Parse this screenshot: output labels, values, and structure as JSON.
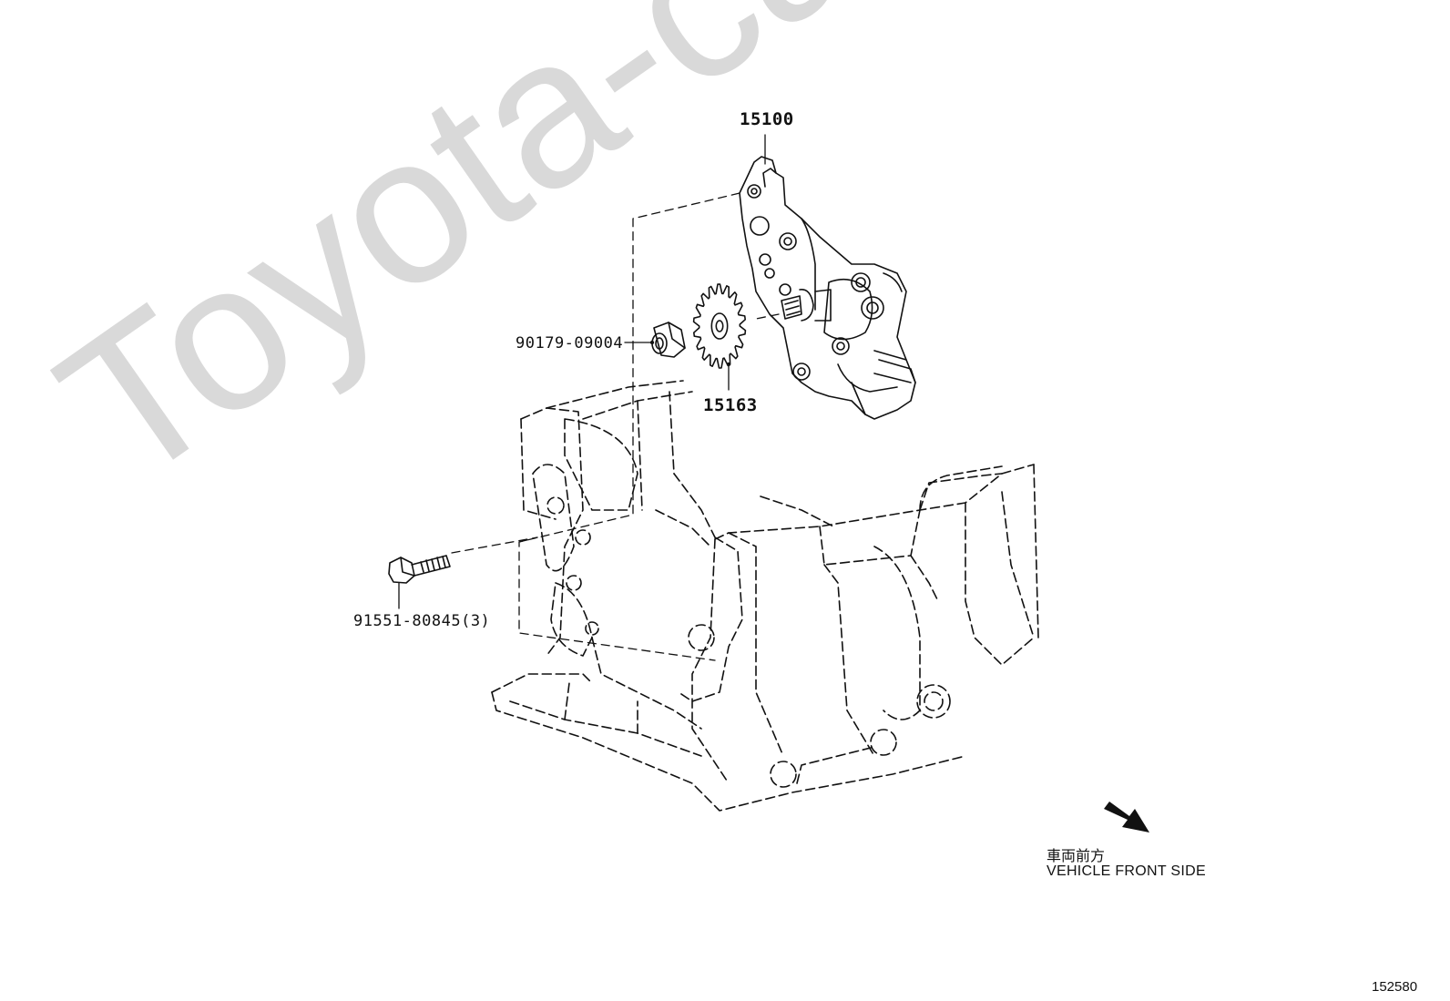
{
  "watermark": "Toyota-carline.ru",
  "callouts": {
    "pump": "15100",
    "sprocket": "15163",
    "nut": "90179-09004",
    "bolt": "91551-80845(3)"
  },
  "direction": {
    "jp": "車両前方",
    "en": "VEHICLE FRONT SIDE"
  },
  "figure_number": "152580",
  "colors": {
    "line": "#111111",
    "watermark": "#d9d9d9"
  },
  "icons": {
    "direction_arrow": "arrow-down-right-icon"
  }
}
